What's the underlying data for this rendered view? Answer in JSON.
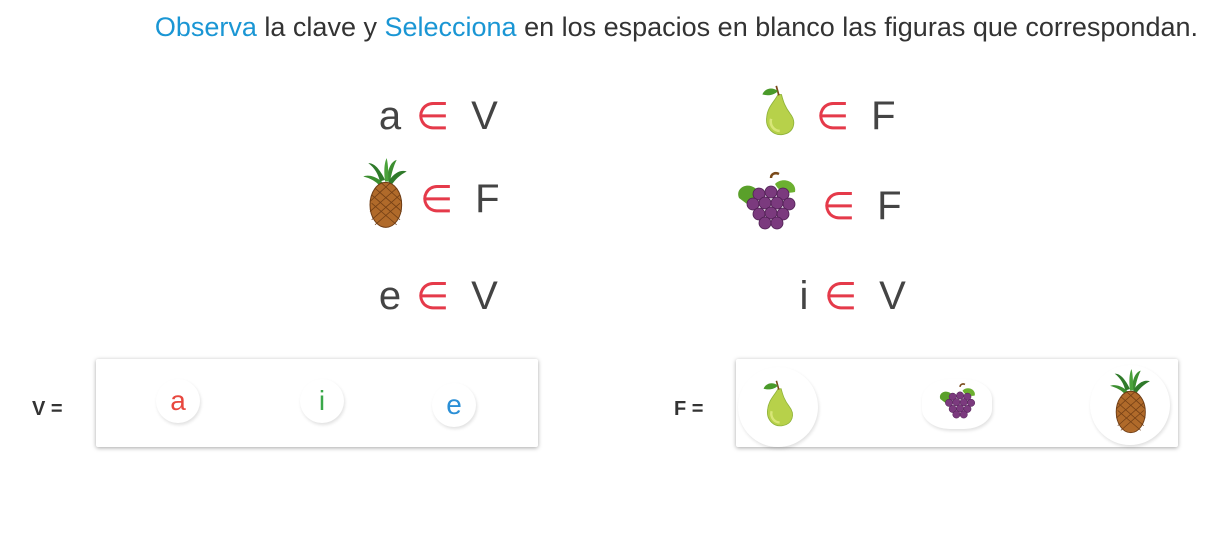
{
  "instruction": {
    "w1": "Observa",
    "w2": " la clave y ",
    "w3": "Selecciona",
    "w4": " en los espacios en blanco las figuras que correspondan."
  },
  "clues": {
    "left": [
      {
        "element": "a",
        "symbol": "∈",
        "set": "V"
      },
      {
        "element": "pineapple",
        "symbol": "∈",
        "set": "F"
      },
      {
        "element": "e",
        "symbol": "∈",
        "set": "V"
      }
    ],
    "right": [
      {
        "element": "pear",
        "symbol": "∈",
        "set": "F"
      },
      {
        "element": "grapes",
        "symbol": "∈",
        "set": "F"
      },
      {
        "element": "i",
        "symbol": "∈",
        "set": "V"
      }
    ]
  },
  "sets": {
    "v_label": "V =",
    "f_label": "F =",
    "v_items": [
      "a",
      "i",
      "e"
    ],
    "v_colors": [
      "#e8473e",
      "#3aa84a",
      "#2b8fd6"
    ],
    "f_items": [
      "pear-icon",
      "grapes-icon",
      "pineapple-icon"
    ]
  },
  "colors": {
    "highlight": "#1a96d4",
    "element_symbol": "#e53a4a"
  }
}
